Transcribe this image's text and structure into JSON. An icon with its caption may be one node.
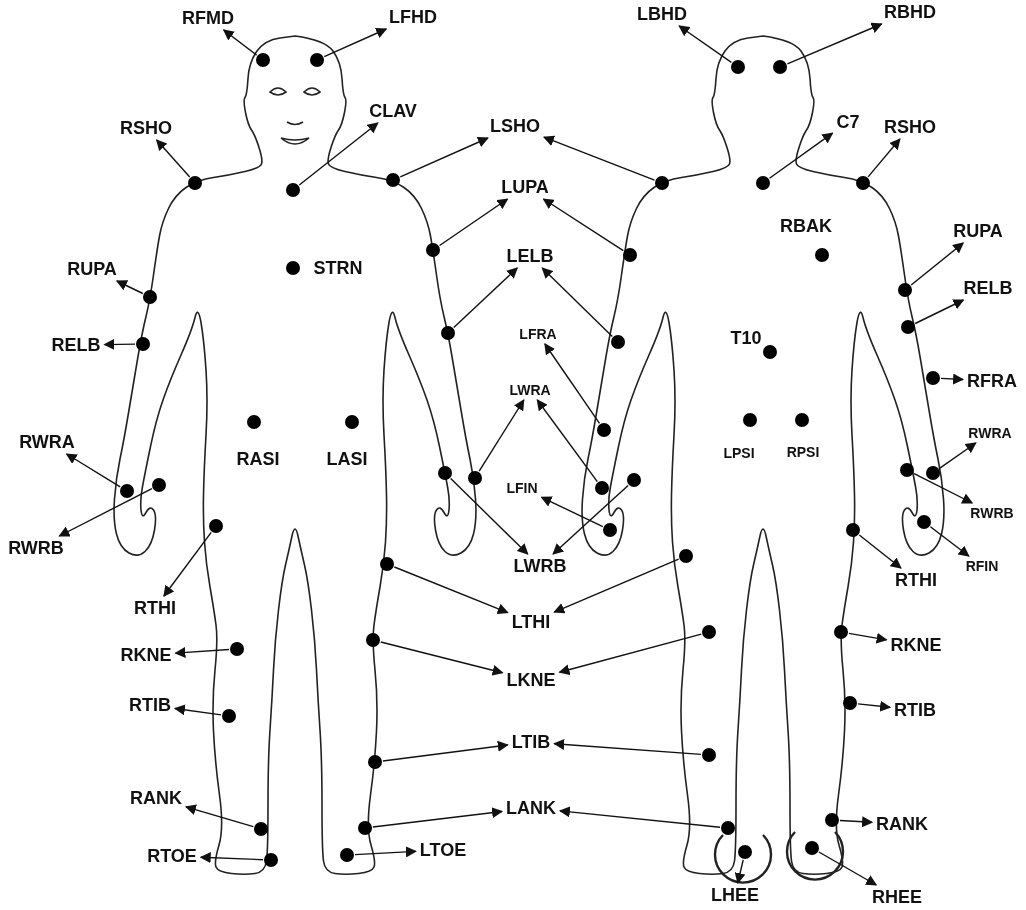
{
  "diagram": {
    "nodes": [
      {
        "text": [
          "RFMD"
        ]
      },
      {
        "text": [
          "LFHD"
        ]
      },
      {
        "text": [
          "LBHD"
        ]
      },
      {
        "text": [
          "RBHD"
        ]
      },
      {
        "text": [
          "RSHO"
        ]
      },
      {
        "text": [
          "CLAV"
        ]
      },
      {
        "text": [
          "LSHO"
        ]
      },
      {
        "text": [
          "C7"
        ]
      },
      {
        "text": [
          "RSHO"
        ]
      },
      {
        "text": [
          "LUPA"
        ]
      },
      {
        "text": [
          "RUPA"
        ]
      },
      {
        "text": [
          "LELB"
        ]
      },
      {
        "text": [
          "RUPA"
        ]
      },
      {
        "text": [
          "RELB"
        ]
      },
      {
        "text": [
          "RELB"
        ]
      },
      {
        "text": [
          "LFRA"
        ]
      },
      {
        "text": [
          "RFRA"
        ]
      },
      {
        "text": [
          "LWRA"
        ]
      },
      {
        "text": [
          "RWRA"
        ]
      },
      {
        "text": [
          "RWRA"
        ]
      },
      {
        "text": [
          "LFIN"
        ]
      },
      {
        "text": [
          "RWRB"
        ]
      },
      {
        "text": [
          "RWRB"
        ]
      },
      {
        "text": [
          "LWRB"
        ]
      },
      {
        "text": [
          "RFIN"
        ]
      },
      {
        "text": [
          "RTHI"
        ]
      },
      {
        "text": [
          "RTHI"
        ]
      },
      {
        "text": [
          "LTHI"
        ]
      },
      {
        "text": [
          "RKNE"
        ]
      },
      {
        "text": [
          "RKNE"
        ]
      },
      {
        "text": [
          "LKNE"
        ]
      },
      {
        "text": [
          "RTIB"
        ]
      },
      {
        "text": [
          "RTIB"
        ]
      },
      {
        "text": [
          "LTIB"
        ]
      },
      {
        "text": [
          "RANK"
        ]
      },
      {
        "text": [
          "LANK"
        ]
      },
      {
        "text": [
          "RANK"
        ]
      },
      {
        "text": [
          "RTOE"
        ]
      },
      {
        "text": [
          "LTOE"
        ]
      },
      {
        "text": [
          "LHEE"
        ]
      },
      {
        "text": [
          "RHEE"
        ]
      },
      {
        "text": [],
        "shape": "circle"
      },
      {
        "text": [],
        "shape": "circle"
      },
      {
        "text": [],
        "shape": "circle"
      },
      {
        "text": [],
        "shape": "circle"
      },
      {
        "text": [],
        "shape": "circle"
      },
      {
        "text": [],
        "shape": "circle"
      },
      {
        "text": [],
        "shape": "circle"
      },
      {
        "text": [],
        "shape": "circle"
      },
      {
        "text": [],
        "shape": "circle"
      },
      {
        "text": [],
        "shape": "circle"
      },
      {
        "text": [],
        "shape": "circle"
      },
      {
        "text": [],
        "shape": "circle"
      },
      {
        "text": [],
        "shape": "circle"
      },
      {
        "text": [],
        "shape": "circle"
      },
      {
        "text": [],
        "shape": "circle"
      },
      {
        "text": [],
        "shape": "circle"
      },
      {
        "text": [],
        "shape": "circle"
      },
      {
        "text": [],
        "shape": "circle"
      },
      {
        "text": [],
        "shape": "circle"
      },
      {
        "text": [],
        "shape": "circle"
      },
      {
        "text": [],
        "shape": "circle"
      },
      {
        "text": [],
        "shape": "circle"
      },
      {
        "text": [],
        "shape": "circle"
      },
      {
        "text": [],
        "shape": "circle"
      },
      {
        "text": [],
        "shape": "circle"
      },
      {
        "text": [],
        "shape": "circle"
      },
      {
        "text": [],
        "shape": "circle"
      },
      {
        "text": [],
        "shape": "circle"
      },
      {
        "text": [],
        "shape": "circle"
      },
      {
        "text": [],
        "shape": "circle"
      },
      {
        "text": [],
        "shape": "circle"
      },
      {
        "text": [],
        "shape": "circle"
      },
      {
        "text": [],
        "shape": "circle"
      },
      {
        "text": [],
        "shape": "circle"
      },
      {
        "text": [],
        "shape": "circle"
      },
      {
        "text": [],
        "shape": "circle"
      },
      {
        "text": [],
        "shape": "circle"
      },
      {
        "text": [],
        "shape": "circle"
      },
      {
        "text": [],
        "shape": "circle"
      },
      {
        "text": [],
        "shape": "circle"
      },
      {
        "text": [],
        "shape": "circle"
      },
      {
        "text": [],
        "shape": "circle"
      },
      {
        "text": [],
        "shape": "circle"
      },
      {
        "text": [],
        "shape": "circle"
      },
      {
        "text": [],
        "shape": "circle"
      },
      {
        "text": [],
        "shape": "circle"
      },
      {
        "text": [],
        "shape": "circle"
      },
      {
        "text": [],
        "shape": "circle"
      },
      {
        "text": [],
        "shape": "circle"
      },
      {
        "text": [],
        "shape": "circle"
      },
      {
        "text": [],
        "shape": "circle"
      },
      {
        "text": [],
        "shape": "circle"
      },
      {
        "text": [],
        "shape": "circle"
      },
      {
        "text": [],
        "shape": "circle"
      },
      {
        "text": [],
        "shape": "circle"
      },
      {
        "text": [],
        "shape": "circle"
      },
      {
        "text": [],
        "shape": "circle"
      }
    ],
    "edges": [
      {
        "from": 41,
        "to": 0,
        "arrow": "to"
      },
      {
        "from": 42,
        "to": 1,
        "arrow": "to"
      },
      {
        "from": 43,
        "to": 2,
        "arrow": "to"
      },
      {
        "from": 44,
        "to": 3,
        "arrow": "to"
      },
      {
        "from": 45,
        "to": 4,
        "arrow": "to"
      },
      {
        "from": 46,
        "to": 6,
        "arrow": "to"
      },
      {
        "from": 47,
        "to": 6,
        "arrow": "to"
      },
      {
        "from": 48,
        "to": 7,
        "arrow": "to"
      },
      {
        "from": 49,
        "to": 8,
        "arrow": "to"
      },
      {
        "from": 50,
        "to": 5,
        "arrow": "to"
      },
      {
        "from": 51,
        "to": 9,
        "arrow": "to"
      },
      {
        "from": 52,
        "to": 9,
        "arrow": "to"
      },
      {
        "from": 53,
        "to": 10,
        "arrow": "to"
      },
      {
        "from": 54,
        "to": 12,
        "arrow": "to"
      },
      {
        "from": 55,
        "to": 13,
        "arrow": "to"
      },
      {
        "from": 56,
        "to": 11,
        "arrow": "to"
      },
      {
        "from": 57,
        "to": 11,
        "arrow": "to"
      },
      {
        "from": 58,
        "to": 14,
        "arrow": "to"
      },
      {
        "from": 59,
        "to": 16,
        "arrow": "to"
      },
      {
        "from": 60,
        "to": 15,
        "arrow": "to"
      },
      {
        "from": 61,
        "to": 23,
        "arrow": "to"
      },
      {
        "from": 62,
        "to": 17,
        "arrow": "to"
      },
      {
        "from": 63,
        "to": 23,
        "arrow": "to"
      },
      {
        "from": 64,
        "to": 17,
        "arrow": "to"
      },
      {
        "from": 65,
        "to": 21,
        "arrow": "to"
      },
      {
        "from": 66,
        "to": 19,
        "arrow": "to"
      },
      {
        "from": 67,
        "to": 22,
        "arrow": "to"
      },
      {
        "from": 68,
        "to": 18,
        "arrow": "to"
      },
      {
        "from": 69,
        "to": 24,
        "arrow": "to"
      },
      {
        "from": 70,
        "to": 20,
        "arrow": "to"
      },
      {
        "from": 71,
        "to": 26,
        "arrow": "to"
      },
      {
        "from": 72,
        "to": 25,
        "arrow": "to"
      },
      {
        "from": 73,
        "to": 27,
        "arrow": "to"
      },
      {
        "from": 74,
        "to": 27,
        "arrow": "to"
      },
      {
        "from": 75,
        "to": 30,
        "arrow": "to"
      },
      {
        "from": 76,
        "to": 29,
        "arrow": "to"
      },
      {
        "from": 77,
        "to": 30,
        "arrow": "to"
      },
      {
        "from": 78,
        "to": 28,
        "arrow": "to"
      },
      {
        "from": 79,
        "to": 32,
        "arrow": "to"
      },
      {
        "from": 80,
        "to": 31,
        "arrow": "to"
      },
      {
        "from": 81,
        "to": 33,
        "arrow": "to"
      },
      {
        "from": 82,
        "to": 33,
        "arrow": "to"
      },
      {
        "from": 83,
        "to": 36,
        "arrow": "to"
      },
      {
        "from": 84,
        "to": 35,
        "arrow": "to"
      },
      {
        "from": 85,
        "to": 35,
        "arrow": "to"
      },
      {
        "from": 86,
        "to": 34,
        "arrow": "to"
      },
      {
        "from": 87,
        "to": 40,
        "arrow": "to"
      },
      {
        "from": 88,
        "to": 39,
        "arrow": "to"
      },
      {
        "from": 89,
        "to": 38,
        "arrow": "to"
      },
      {
        "from": 90,
        "to": 37,
        "arrow": "to"
      }
    ],
    "labels": [
      "STRN",
      "RBAK",
      "T10",
      "RASI",
      "LASI",
      "LPSI",
      "RPSI"
    ]
  }
}
